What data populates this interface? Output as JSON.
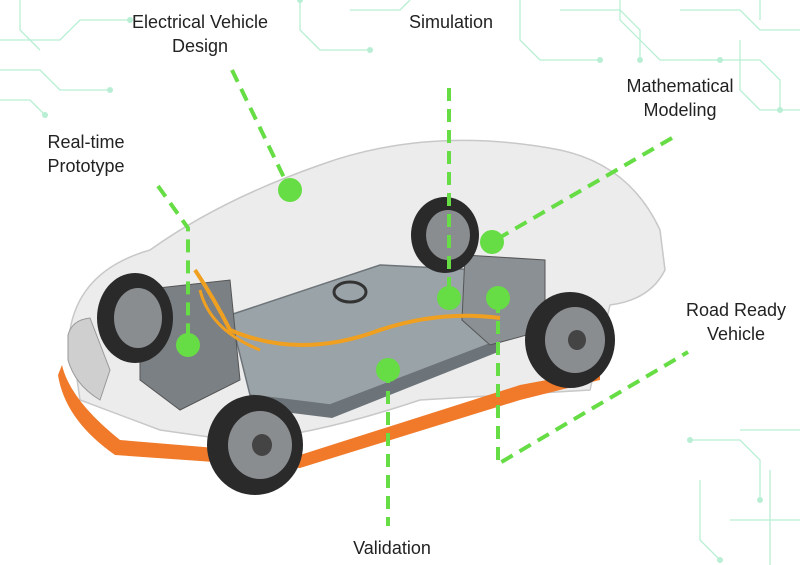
{
  "labels": {
    "ev_design": [
      "Electrical Vehicle",
      "Design"
    ],
    "simulation": "Simulation",
    "math_modeling": [
      "Mathematical",
      "Modeling"
    ],
    "realtime_prototype": [
      "Real-time",
      "Prototype"
    ],
    "road_ready": [
      "Road Ready",
      "Vehicle"
    ],
    "validation": "Validation"
  },
  "colors": {
    "accent": "#66dd44",
    "circuit": "#b8efd4",
    "car_body": "#dcdcdc",
    "battery": "#9aa3a8",
    "wiring": "#f0a020",
    "undertray": "#f07a2a",
    "tire": "#2a2a2a",
    "rim": "#8a8d90"
  },
  "icons": {
    "background": "circuit-trace-pattern",
    "centerpiece": "electric-car-chassis-cutaway",
    "markers": "green-dot-marker"
  }
}
